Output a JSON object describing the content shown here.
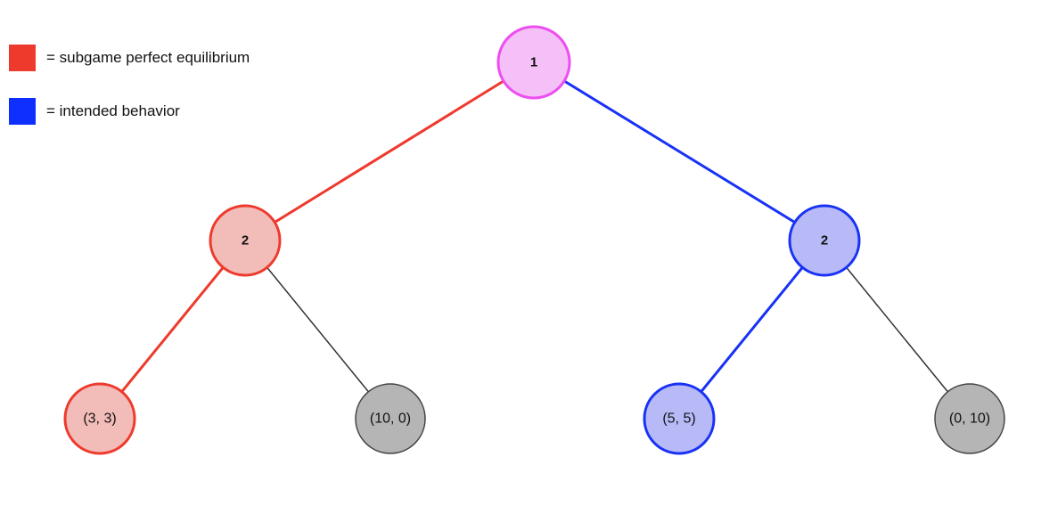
{
  "legend": {
    "items": [
      {
        "label": "= subgame perfect equilibrium",
        "color": "#ee3a2d"
      },
      {
        "label": "= intended behavior",
        "color": "#0f2fff"
      }
    ]
  },
  "tree": {
    "root": {
      "label": "1",
      "fill": "#f5c0f7",
      "stroke": "#ec4ef0"
    },
    "left_child": {
      "label": "2",
      "fill": "#f2bcb9",
      "stroke": "#ee3a2d"
    },
    "right_child": {
      "label": "2",
      "fill": "#b7baf7",
      "stroke": "#1832f5"
    },
    "leaves": [
      {
        "label": "(3, 3)",
        "fill": "#f2bcb9",
        "stroke": "#ee3a2d"
      },
      {
        "label": "(10, 0)",
        "fill": "#b5b5b5",
        "stroke": "#444444"
      },
      {
        "label": "(5, 5)",
        "fill": "#b7baf7",
        "stroke": "#1832f5"
      },
      {
        "label": "(0, 10)",
        "fill": "#b5b5b5",
        "stroke": "#444444"
      }
    ],
    "edge_colors": {
      "equilibrium": "#ee3a2d",
      "intended": "#1832f5",
      "other": "#333333"
    }
  }
}
